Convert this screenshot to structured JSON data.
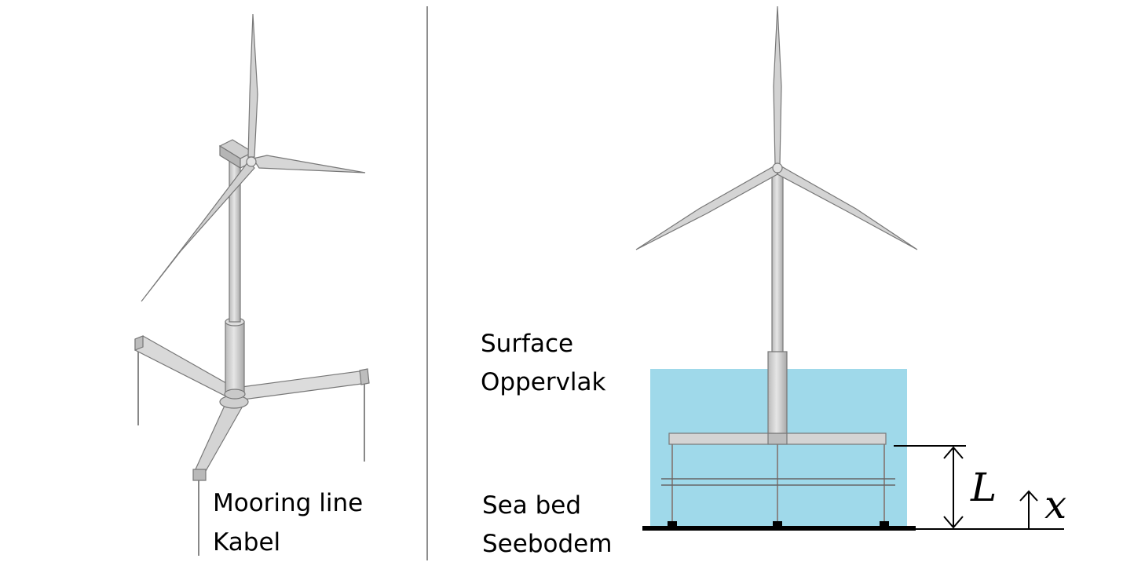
{
  "labels": {
    "mooring_line_en": "Mooring line",
    "mooring_line_nl": "Kabel",
    "surface_en": "Surface",
    "surface_nl": "Oppervlak",
    "seabed_en": "Sea bed",
    "seabed_nl": "Seebodem"
  },
  "symbols": {
    "length": "L",
    "coordinate": "x"
  },
  "colors": {
    "water": "#9fd9ea",
    "structure": "#d6d6d6",
    "outline": "#777777",
    "seabed": "#000000"
  }
}
